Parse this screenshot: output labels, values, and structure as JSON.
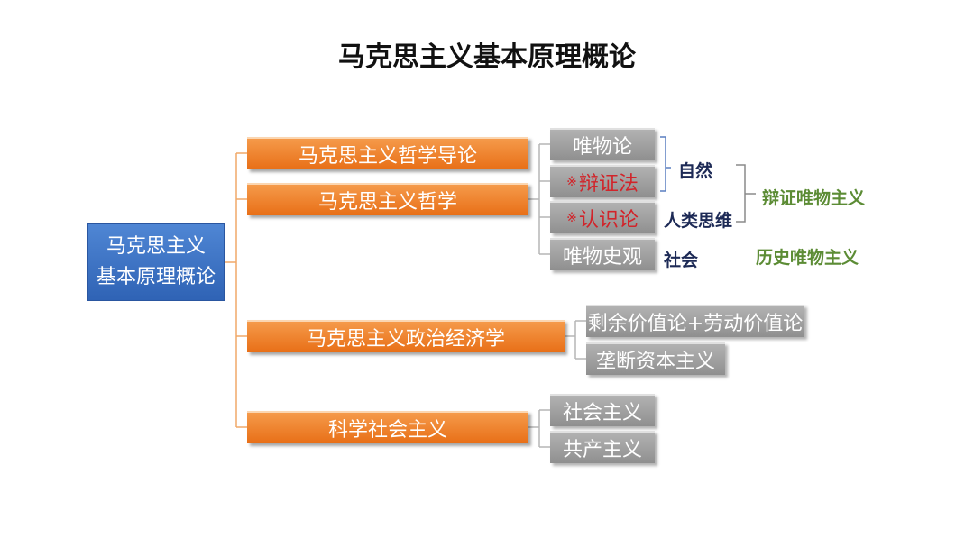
{
  "title": "马克思主义基本原理概论",
  "root": {
    "line1": "马克思主义",
    "line2": "基本原理概论"
  },
  "branches": [
    {
      "label": "马克思主义哲学导论"
    },
    {
      "label": "马克思主义哲学"
    },
    {
      "label": "马克思主义政治经济学"
    },
    {
      "label": "科学社会主义"
    }
  ],
  "philosophy_items": [
    {
      "label": "唯物论",
      "mark": ""
    },
    {
      "label": "辩证法",
      "mark": "※"
    },
    {
      "label": "认识论",
      "mark": "※"
    },
    {
      "label": "唯物史观",
      "mark": ""
    }
  ],
  "economy_items": [
    {
      "label": "剩余价值论+劳动价值论"
    },
    {
      "label": "垄断资本主义"
    }
  ],
  "socialism_items": [
    {
      "label": "社会主义"
    },
    {
      "label": "共产主义"
    }
  ],
  "annotations": {
    "nature": "自然",
    "human_thought": "人类思维",
    "society": "社会",
    "dialectical_materialism": "辩证唯物主义",
    "historical_materialism": "历史唯物主义"
  },
  "colors": {
    "root": "#3b72c4",
    "branch": "#ed7d22",
    "leaf": "#9e9e9e",
    "emphasis": "#d1242a",
    "annotation": "#1d2a56",
    "category": "#5c8c35"
  }
}
